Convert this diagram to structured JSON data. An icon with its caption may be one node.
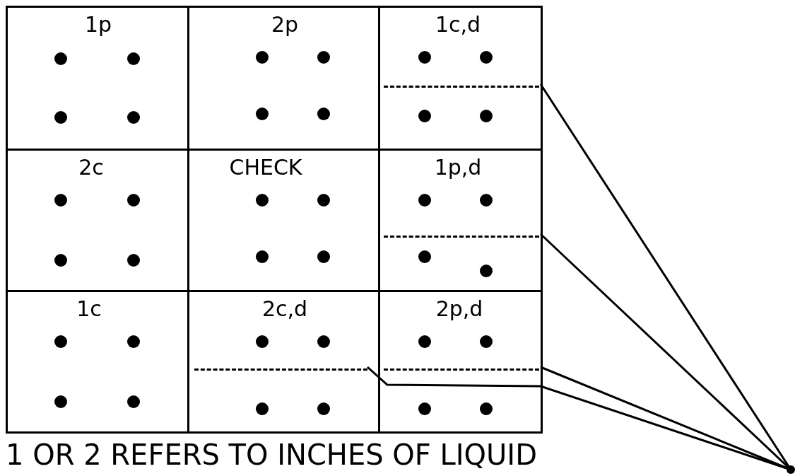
{
  "diagram": {
    "caption": "1 OR 2 REFERS TO INCHES OF LIQUID",
    "nodes": [
      {
        "text": [
          "1p"
        ]
      },
      {
        "text": [
          "2p"
        ]
      },
      {
        "text": [
          "1c,d"
        ]
      },
      {
        "text": [
          "2c"
        ]
      },
      {
        "text": [
          "CHECK"
        ]
      },
      {
        "text": [
          "1p,d"
        ]
      },
      {
        "text": [
          "1c"
        ]
      },
      {
        "text": [
          "2c,d"
        ]
      },
      {
        "text": [
          "2p,d"
        ]
      },
      {
        "text": [],
        "shape": "line",
        "in": 2
      },
      {
        "text": [],
        "shape": "line",
        "in": 5
      },
      {
        "text": [],
        "shape": "line",
        "in": 7
      },
      {
        "text": [],
        "shape": "line",
        "in": 8
      },
      {
        "text": [],
        "shape": "circle"
      }
    ],
    "edges": [
      {
        "from": 13,
        "to": 9,
        "arrow": "none"
      },
      {
        "from": 13,
        "to": 10,
        "arrow": "none"
      },
      {
        "from": 13,
        "to": 12,
        "arrow": "none"
      },
      {
        "from": 13,
        "to": 11,
        "arrow": "none"
      }
    ]
  }
}
